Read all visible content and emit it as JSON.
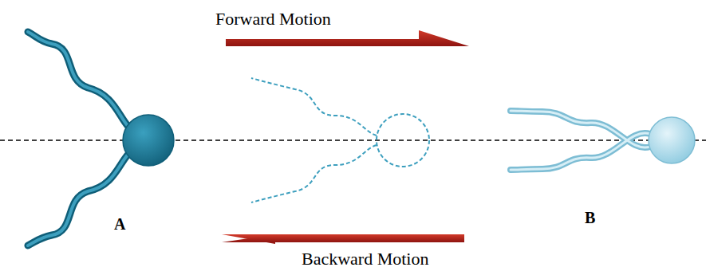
{
  "diagram": {
    "labels": [
      "Forward Motion",
      "A",
      "B",
      "Backward Motion"
    ]
  }
}
